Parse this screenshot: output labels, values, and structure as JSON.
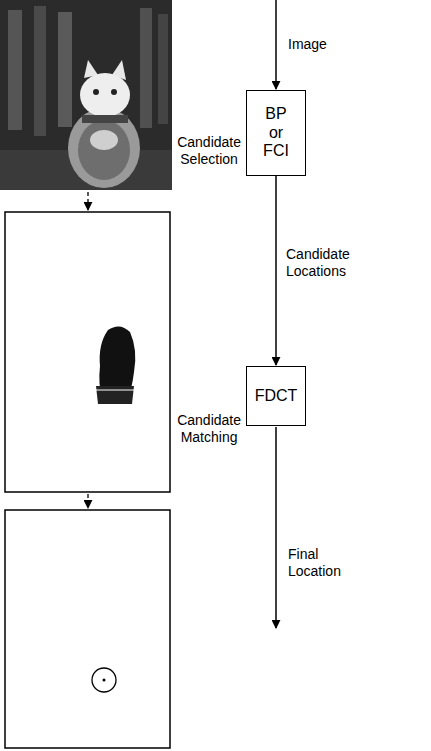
{
  "diagram": {
    "nodes": [
      {
        "text": [
          "BP or FCI"
        ]
      },
      {
        "text": [
          "FDCT"
        ]
      }
    ],
    "edges": [
      {
        "from": 0,
        "to": 1,
        "arrow": "to",
        "label": "Candidate Locations"
      }
    ],
    "labels": [
      "Image",
      "Candidate Selection",
      "Candidate Matching",
      "Final Location"
    ]
  }
}
